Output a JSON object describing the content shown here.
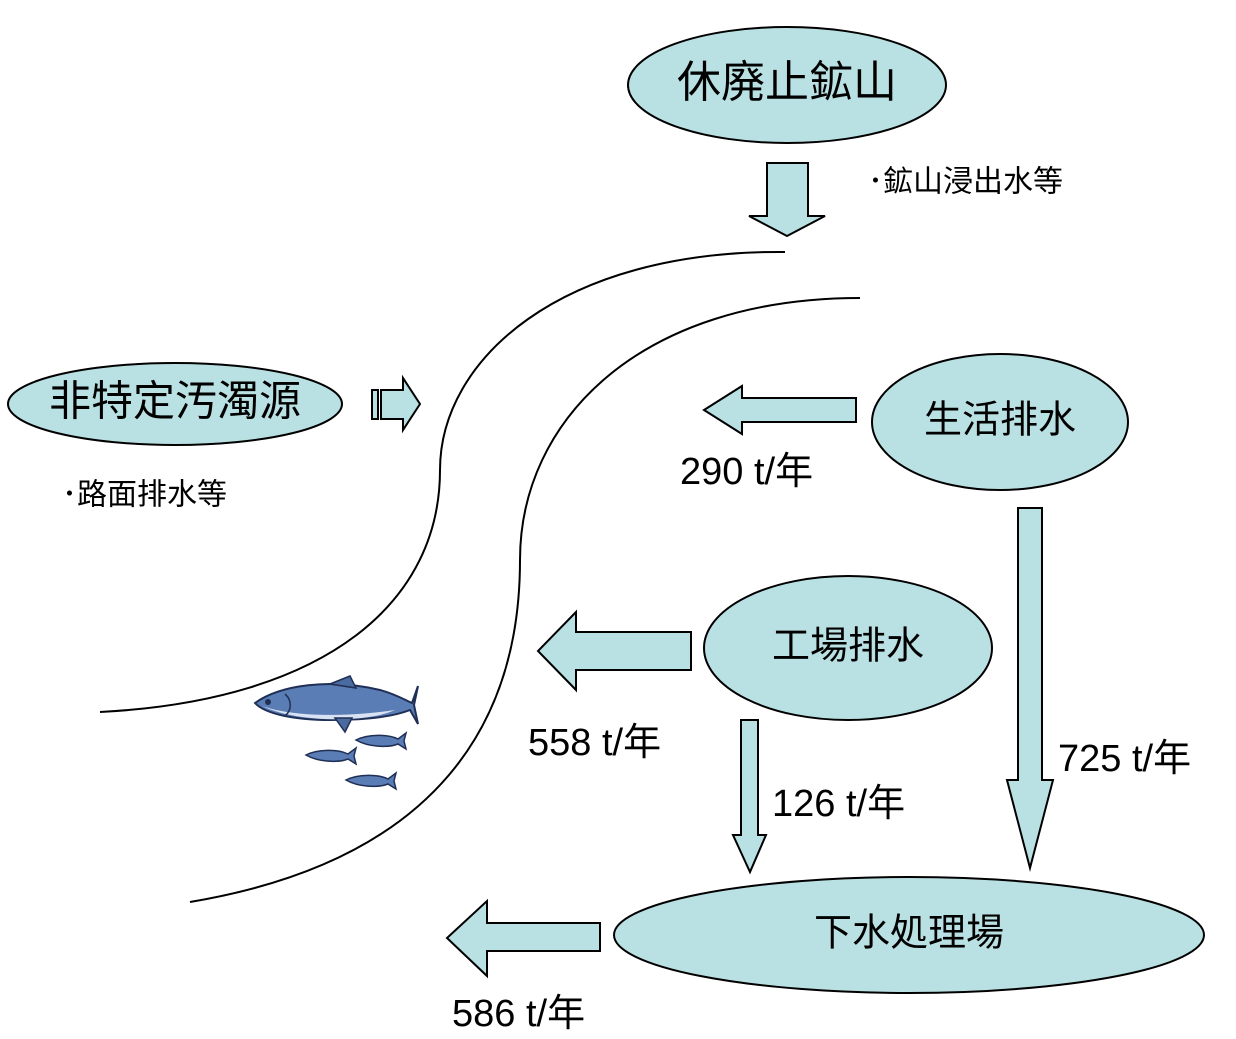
{
  "nodes": {
    "closed_mine": "休廃止鉱山",
    "nonpoint": "非特定汚濁源",
    "domestic": "生活排水",
    "factory": "工場排水",
    "sewage_plant": "下水処理場"
  },
  "notes": {
    "mine_note": "･鉱山浸出水等",
    "road_note": "･路面排水等"
  },
  "flows": {
    "domestic_to_river": "290 t/年",
    "factory_to_river": "558 t/年",
    "factory_to_plant": "126 t/年",
    "domestic_to_plant": "725 t/年",
    "plant_to_river": "586 t/年"
  },
  "colors": {
    "fill": "#b9e0e2",
    "stroke": "#000000",
    "fish_body": "#5a7db5",
    "fish_belly": "#d8e2f2"
  },
  "icons": {
    "fish": "fish-icon"
  }
}
